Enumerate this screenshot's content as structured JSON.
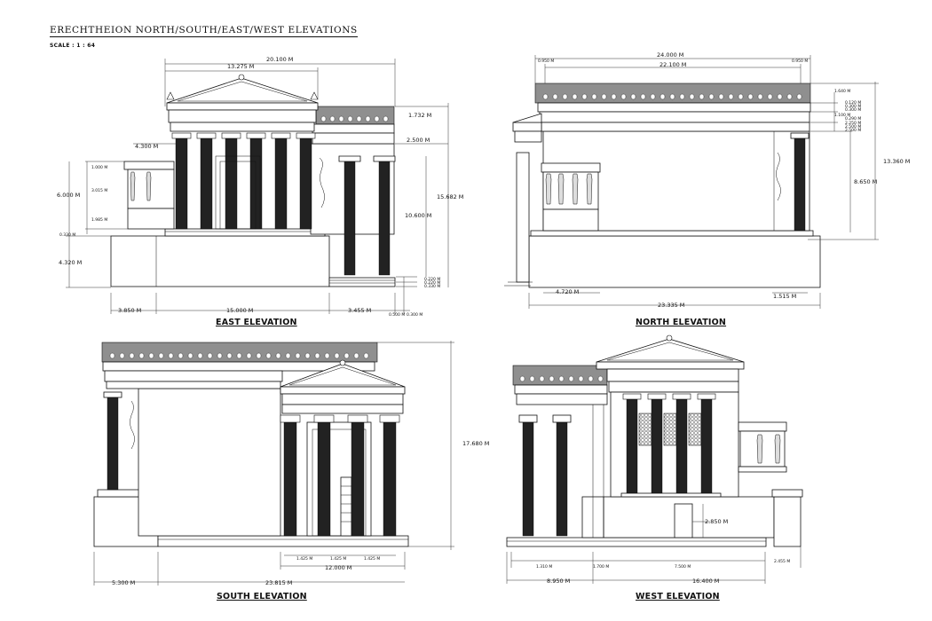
{
  "title": "ERECHTHEION NORTH/SOUTH/EAST/WEST ELEVATIONS",
  "scale": "SCALE :  1 : 64",
  "labels": {
    "east": "EAST ELEVATION",
    "north": "NORTH ELEVATION",
    "south": "SOUTH ELEVATION",
    "west": "WEST ELEVATION"
  },
  "dims": {
    "east": {
      "total_width": "20.100 M",
      "portico_width": "13.275 M",
      "h_4300": "4.300 M",
      "h_1000": "1.000 M",
      "h_3015": "3.015 M",
      "h_6000": "6.000 M",
      "h_1985": "1.985 M",
      "h_0330": "0.330 M",
      "h_4320": "4.320 M",
      "h_1732": "1.732 M",
      "h_2500": "2.500 M",
      "h_15682": "15.682 M",
      "h_10600": "10.600 M",
      "s_0220": "0.220 M",
      "s_0220b": "0.220 M",
      "s_0330": "0.330 M",
      "w_3850": "3.850 M",
      "w_15000": "15.000 M",
      "w_3455": "3.455 M",
      "w_0500": "0.500 M",
      "w_0300": "0.300 M"
    },
    "north": {
      "total_width": "24.000 M",
      "inner_width": "22.100 M",
      "left_small": "0.950 M",
      "right_small": "0.950 M",
      "r_1640": "1.640 M",
      "r_0120": "0.120 M",
      "r_0300": "0.300 M",
      "r_0300b": "0.300 M",
      "r_1100": "1.100 M",
      "r_0290": "0.290 M",
      "r_2250": "2.250 M",
      "r_2500": "2.500 M",
      "r_2500b": "2.500 M",
      "h_13360": "13.360 M",
      "h_8650": "8.650 M",
      "w_4720": "4.720 M",
      "w_1515": "1.515 M",
      "w_23335": "23.335 M"
    },
    "south": {
      "h_17680": "17.680 M",
      "c_1425a": "1.425 M",
      "c_1425b": "1.425 M",
      "c_1425c": "1.425 M",
      "w_12000": "12.000 M",
      "w_5300": "5.300 M",
      "w_23815": "23.815 M"
    },
    "west": {
      "h_2850": "2.850 M",
      "w_1310": "1.310 M",
      "w_1700": "1.700 M",
      "w_7500": "7.500 M",
      "w_2455": "2.455 M",
      "w_8950": "8.950 M",
      "w_16400": "16.400 M"
    }
  }
}
